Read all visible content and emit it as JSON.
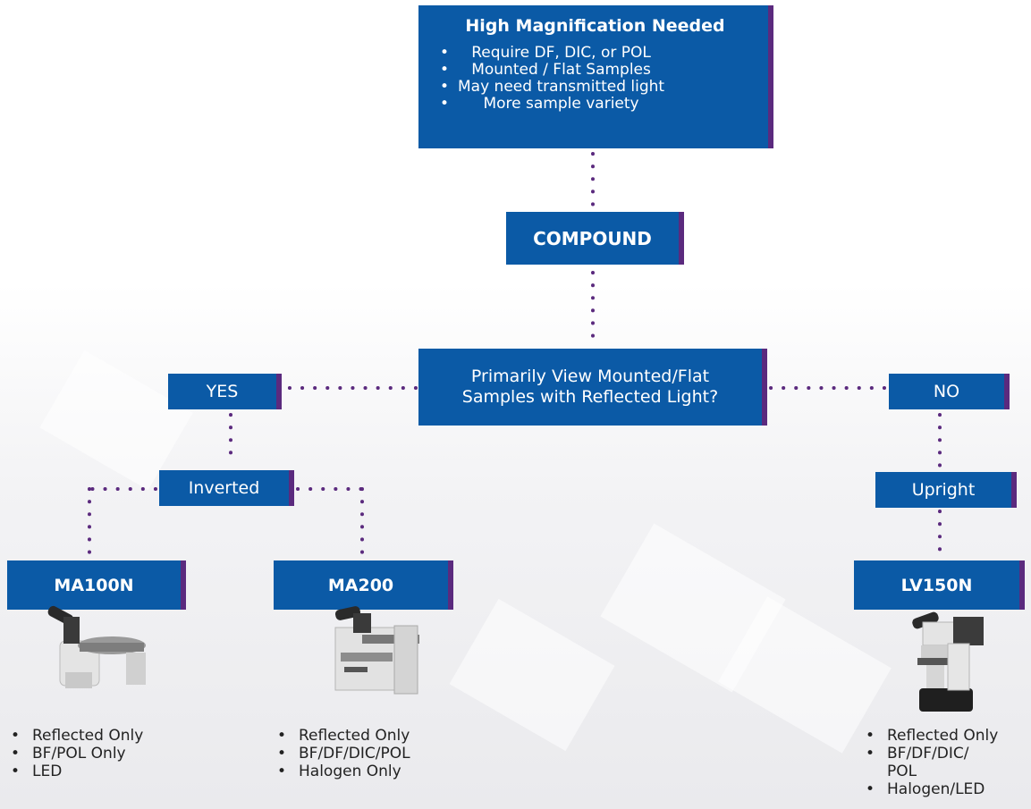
{
  "top_box": {
    "title": "High Magnification Needed",
    "bullets": [
      "Require DF, DIC, or POL",
      "Mounted / Flat Samples",
      "May need transmitted light",
      "More sample variety"
    ]
  },
  "compound": "COMPOUND",
  "question": {
    "line1": "Primarily View Mounted/Flat",
    "line2": "Samples with Reflected Light?"
  },
  "yes": "YES",
  "no": "NO",
  "inverted": "Inverted",
  "upright": "Upright",
  "products": [
    {
      "name": "MA100N",
      "specs": [
        "Reflected Only",
        "BF/POL Only",
        "LED"
      ]
    },
    {
      "name": "MA200",
      "specs": [
        "Reflected Only",
        "BF/DF/DIC/POL",
        "Halogen Only"
      ]
    },
    {
      "name": "LV150N",
      "specs": [
        "Reflected Only",
        "BF/DF/DIC/",
        "POL",
        "Halogen/LED"
      ]
    }
  ],
  "colors": {
    "box": "#0b5aa6",
    "accent": "#5b2a7e",
    "connector": "#5b2a7e"
  },
  "icons": [
    "microscope-ma100n-icon",
    "microscope-ma200-icon",
    "microscope-lv150n-icon"
  ]
}
